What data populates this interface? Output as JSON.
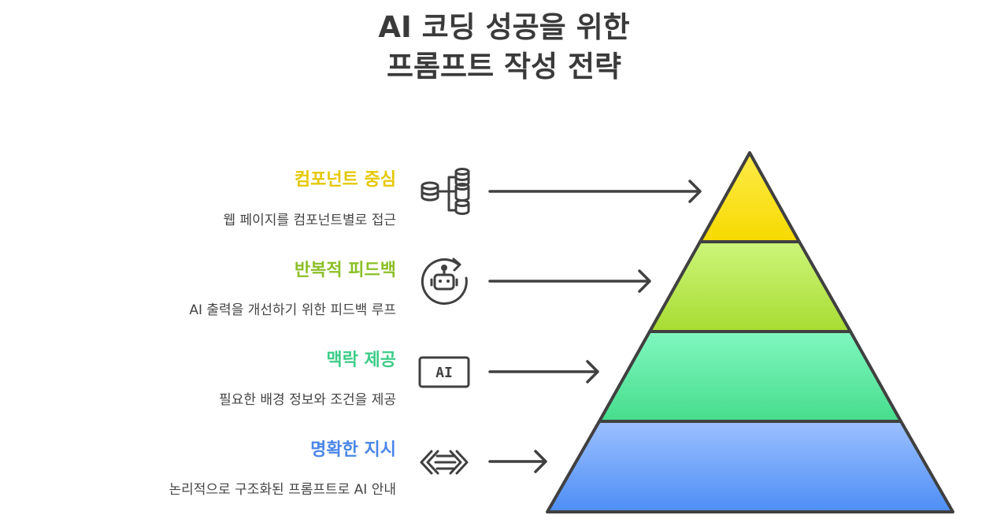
{
  "title": {
    "line1": "AI 코딩 성공을 위한",
    "line2": "프롬프트 작성 전략"
  },
  "tiers": [
    {
      "title": "컴포넌트 중심",
      "description": "웹 페이지를 컴포넌트별로 접근",
      "icon": "database-stack-icon",
      "color": "#e5c800",
      "fill": "#fde120"
    },
    {
      "title": "반복적 피드백",
      "description": "AI 출력을 개선하기 위한 피드백 루프",
      "icon": "robot-refresh-icon",
      "color": "#8cbf26",
      "fill": "#b4e445"
    },
    {
      "title": "맥락 제공",
      "description": "필요한 배경 정보와 조건을 제공",
      "icon": "ai-chip-icon",
      "color": "#3dcc88",
      "fill": "#5fe6a4"
    },
    {
      "title": "명확한 지시",
      "description": "논리적으로 구조화된 프롬프트로 AI 안내",
      "icon": "code-arrows-icon",
      "color": "#4a86e8",
      "fill": "#6fa3f8"
    }
  ],
  "icons": {
    "ai_chip_label": "AI"
  }
}
